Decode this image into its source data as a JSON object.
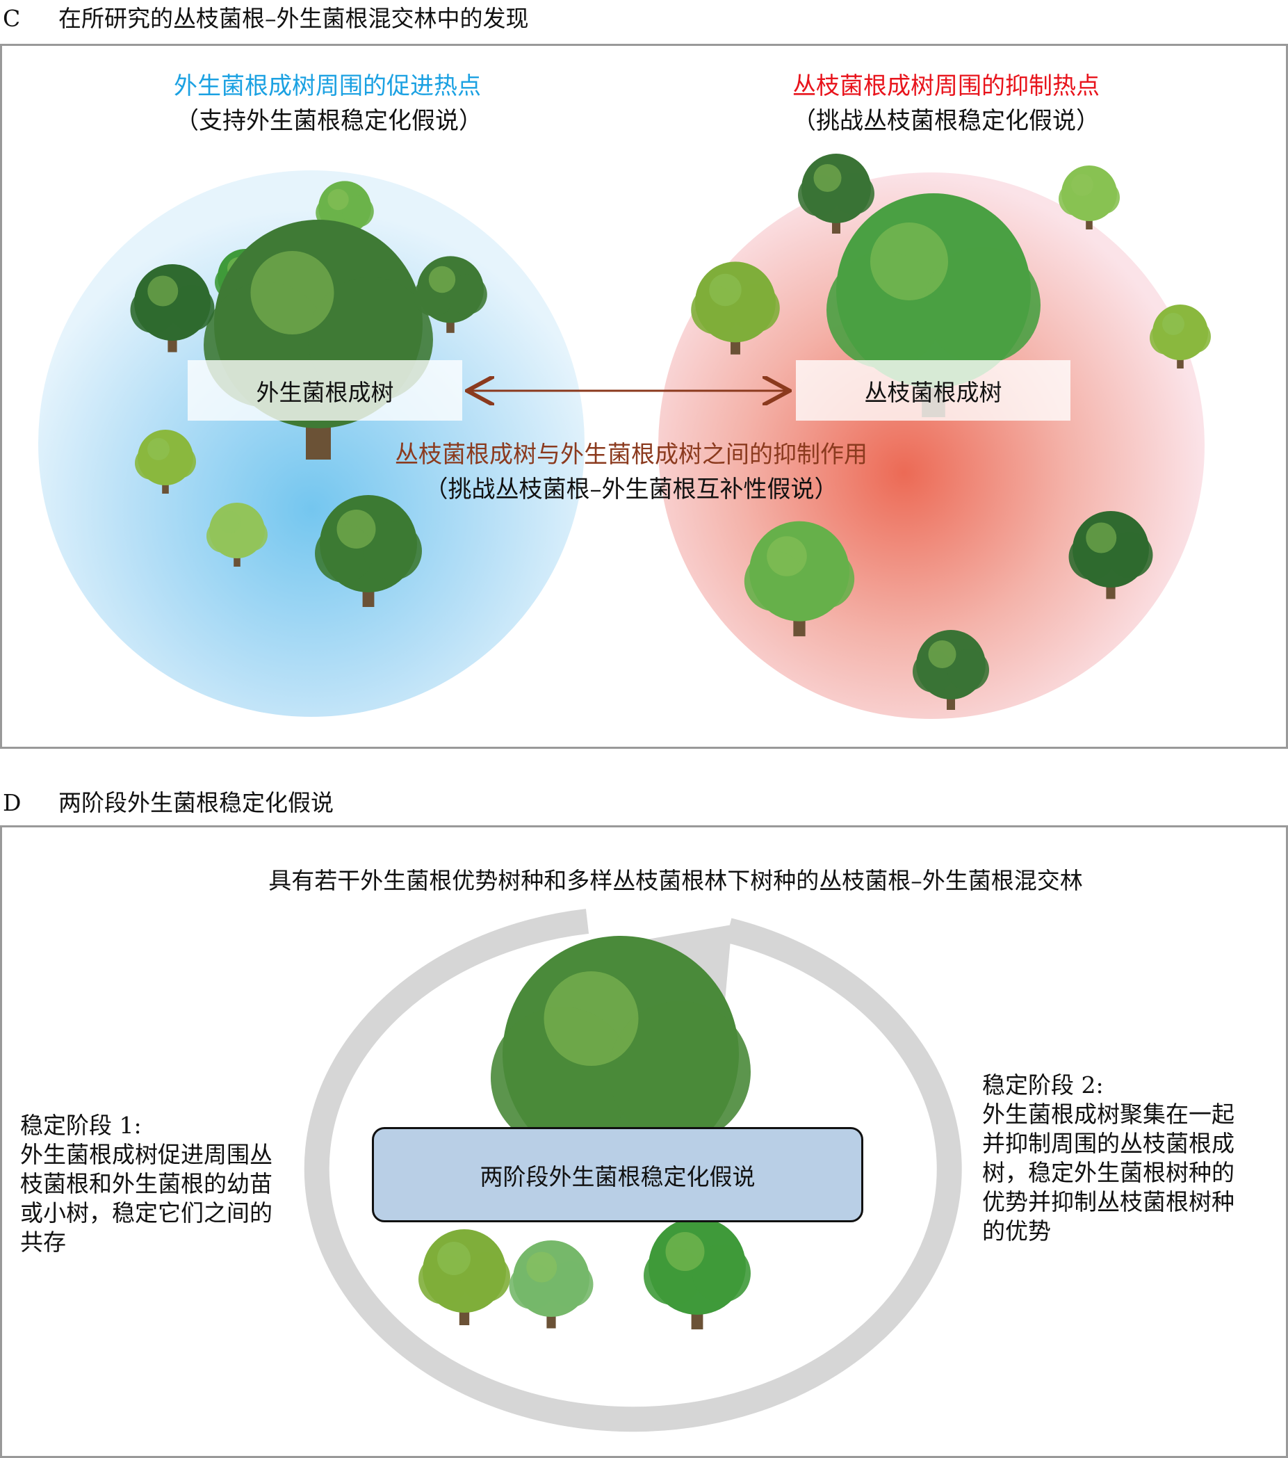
{
  "panel_c": {
    "letter": "C",
    "title": "在所研究的丛枝菌根–外生菌根混交林中的发现",
    "left_heading": "外生菌根成树周围的促进热点",
    "left_sub": "（支持外生菌根稳定化假说）",
    "right_heading": "丛枝菌根成树周围的抑制热点",
    "right_sub": "（挑战丛枝菌根稳定化假说）",
    "left_label": "外生菌根成树",
    "right_label": "丛枝菌根成树",
    "middle_heading": "丛枝菌根成树与外生菌根成树之间的抑制作用",
    "middle_sub": "（挑战丛枝菌根–外生菌根互补性假说）",
    "colors": {
      "blue": "#1ba1e2",
      "red": "#e8141c",
      "brown": "#8b3a1e"
    }
  },
  "panel_d": {
    "letter": "D",
    "title": "两阶段外生菌根稳定化假说",
    "top_text": "具有若干外生菌根优势树种和多样丛枝菌根林下树种的丛枝菌根–外生菌根混交林",
    "center_label": "两阶段外生菌根稳定化假说",
    "stage1": [
      "稳定阶段 1:",
      "外生菌根成树促进周围丛",
      "枝菌根和外生菌根的幼苗",
      "或小树，稳定它们之间的",
      "共存"
    ],
    "stage2": [
      "稳定阶段 2:",
      "外生菌根成树聚集在一起",
      "并抑制周围的丛枝菌根成",
      "树，稳定外生菌根树种的",
      "优势并抑制丛枝菌根树种",
      "的优势"
    ]
  }
}
